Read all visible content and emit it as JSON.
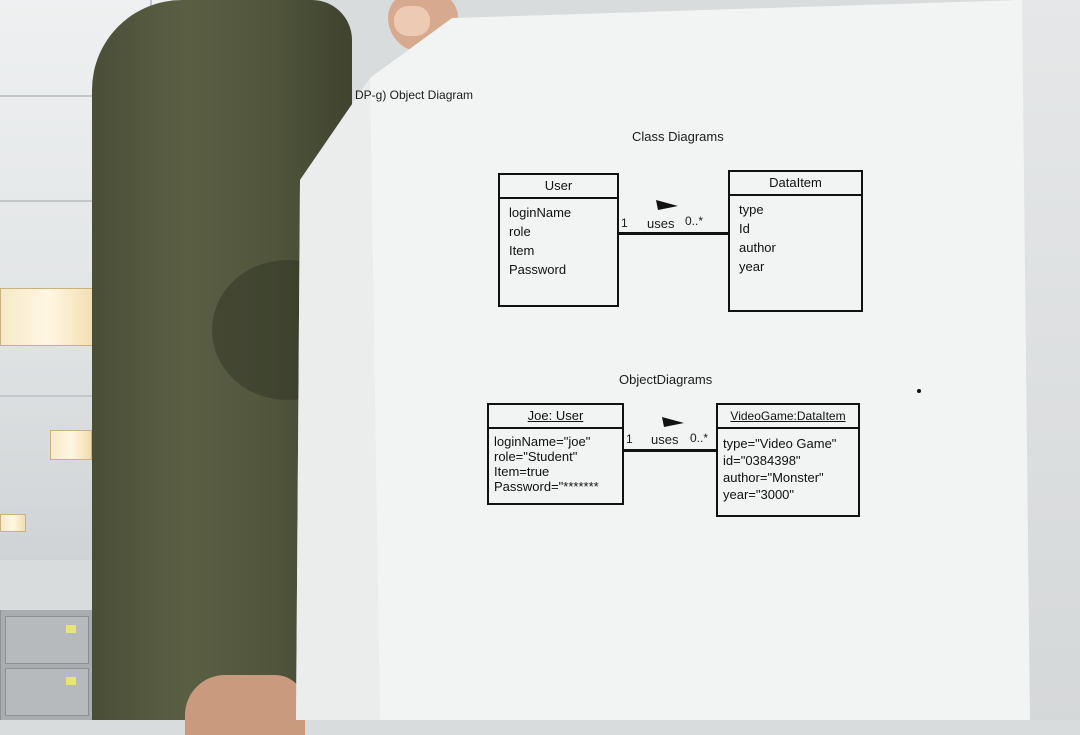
{
  "page_header": "DP-g) Object Diagram",
  "class_section": {
    "title": "Class Diagrams",
    "left_class": {
      "name": "User",
      "attributes": [
        "loginName",
        "role",
        "Item",
        "Password"
      ]
    },
    "right_class": {
      "name": "DataItem",
      "attributes": [
        "type",
        "Id",
        "author",
        "year"
      ]
    },
    "association": {
      "left_mult": "1",
      "label": "uses",
      "right_mult": "0..*"
    }
  },
  "object_section": {
    "title": "ObjectDiagrams",
    "left_object": {
      "name": "Joe: User",
      "attributes": [
        "loginName=\"joe\"",
        "role=\"Student\"",
        "Item=true",
        "Password=\"*******"
      ]
    },
    "right_object": {
      "name": "VideoGame:DataItem",
      "attributes": [
        "type=\"Video Game\"",
        "id=\"0384398\"",
        "author=\"Monster\"",
        "year=\"3000\""
      ]
    },
    "association": {
      "left_mult": "1",
      "label": "uses",
      "right_mult": "0..*"
    }
  }
}
